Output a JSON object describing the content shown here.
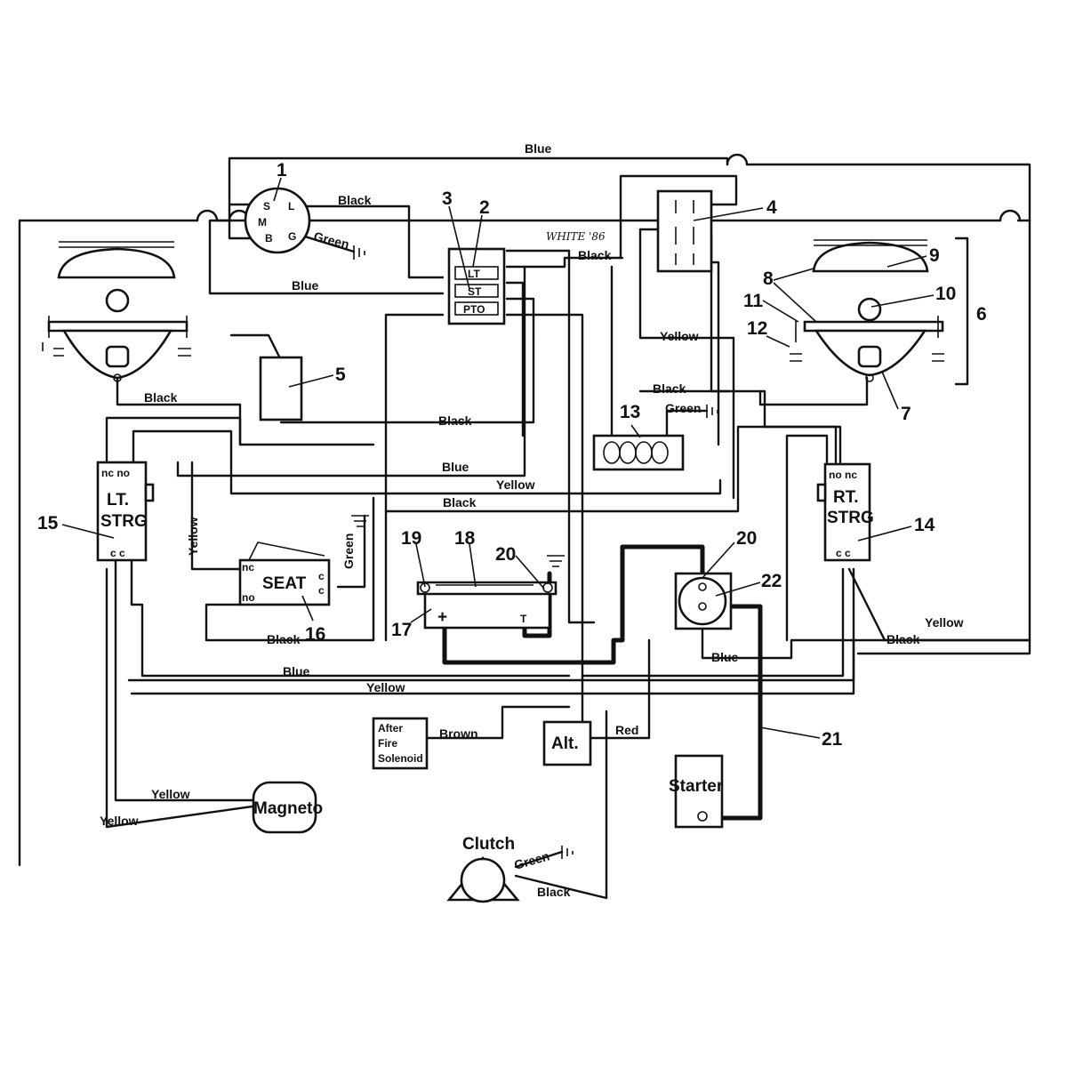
{
  "callouts": {
    "n1": "1",
    "n2": "2",
    "n3": "3",
    "n4": "4",
    "n5": "5",
    "n6": "6",
    "n7": "7",
    "n8": "8",
    "n9": "9",
    "n10": "10",
    "n11": "11",
    "n12": "12",
    "n13": "13",
    "n14": "14",
    "n15": "15",
    "n16": "16",
    "n17": "17",
    "n18": "18",
    "n19": "19",
    "n20": "20",
    "n21": "21",
    "n22": "22"
  },
  "wire_labels": {
    "blue_top": "Blue",
    "black_ign": "Black",
    "green_ign": "Green",
    "blue_mid": "Blue",
    "white86": "WHITE '86",
    "black_sw": "Black",
    "yellow_4": "Yellow",
    "black_lamp_l": "Black",
    "black_lamp_r": "Black",
    "black_5": "Black",
    "green_13": "Green",
    "blue_row": "Blue",
    "yellow_row": "Yellow",
    "black_row": "Black",
    "yellow_left_vert": "Yellow",
    "green_seat": "Green",
    "black_seat": "Black",
    "blue_bottom": "Blue",
    "yellow_bottom": "Yellow",
    "blue_sol": "Blue",
    "yellow_right": "Yellow",
    "black_right": "Black",
    "brown": "Brown",
    "red": "Red",
    "yellow_mag1": "Yellow",
    "yellow_mag2": "Yellow",
    "green_clutch": "Green",
    "black_clutch": "Black"
  },
  "components": {
    "ignition_terms": {
      "s": "S",
      "m": "M",
      "b": "B",
      "l": "L",
      "g": "G"
    },
    "switch_rows": {
      "lt": "LT",
      "st": "ST",
      "pto": "PTO"
    },
    "lt_strg": {
      "line1": "LT.",
      "line2": "STRG",
      "top": "nc no",
      "bottom": "c c"
    },
    "rt_strg": {
      "line1": "RT.",
      "line2": "STRG",
      "top": "no nc",
      "bottom": "c c"
    },
    "seat": {
      "label": "SEAT",
      "nc": "nc",
      "no": "no",
      "c1": "c",
      "c2": "c"
    },
    "after_fire": {
      "line1": "After",
      "line2": "Fire",
      "line3": "Solenoid"
    },
    "alt": "Alt.",
    "starter": "Starter",
    "magneto": "Magneto",
    "clutch": "Clutch",
    "battery_plus": "+",
    "battery_minus": "T"
  }
}
